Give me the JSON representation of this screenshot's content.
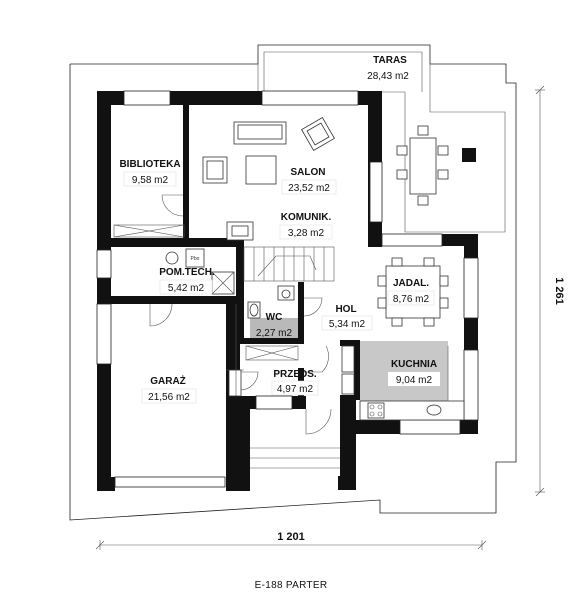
{
  "title": "E-188 PARTER",
  "dimensions": {
    "width": "1 201",
    "depth": "1 261"
  },
  "rooms": {
    "taras": {
      "name": "TARAS",
      "area": "28,43 m2"
    },
    "biblioteka": {
      "name": "BIBLIOTEKA",
      "area": "9,58 m2"
    },
    "salon": {
      "name": "SALON",
      "area": "23,52 m2"
    },
    "komunik": {
      "name": "KOMUNIK.",
      "area": "3,28 m2"
    },
    "pomtech": {
      "name": "POM.TECH.",
      "area": "5,42 m2"
    },
    "jadal": {
      "name": "JADAL.",
      "area": "8,76 m2"
    },
    "wc": {
      "name": "WC",
      "area": "2,27 m2"
    },
    "hol": {
      "name": "HOL",
      "area": "5,34 m2"
    },
    "kuchnia": {
      "name": "KUCHNIA",
      "area": "9,04 m2"
    },
    "garaz": {
      "name": "GARAŻ",
      "area": "21,56 m2"
    },
    "przeds": {
      "name": "PRZEDS.",
      "area": "4,97 m2"
    }
  },
  "fixtures": {
    "boiler_label": "Pbo"
  },
  "colors": {
    "kitchen_fill": "#c8c8c8",
    "wc_fill": "#b9b9b9",
    "wall": "#111111"
  }
}
